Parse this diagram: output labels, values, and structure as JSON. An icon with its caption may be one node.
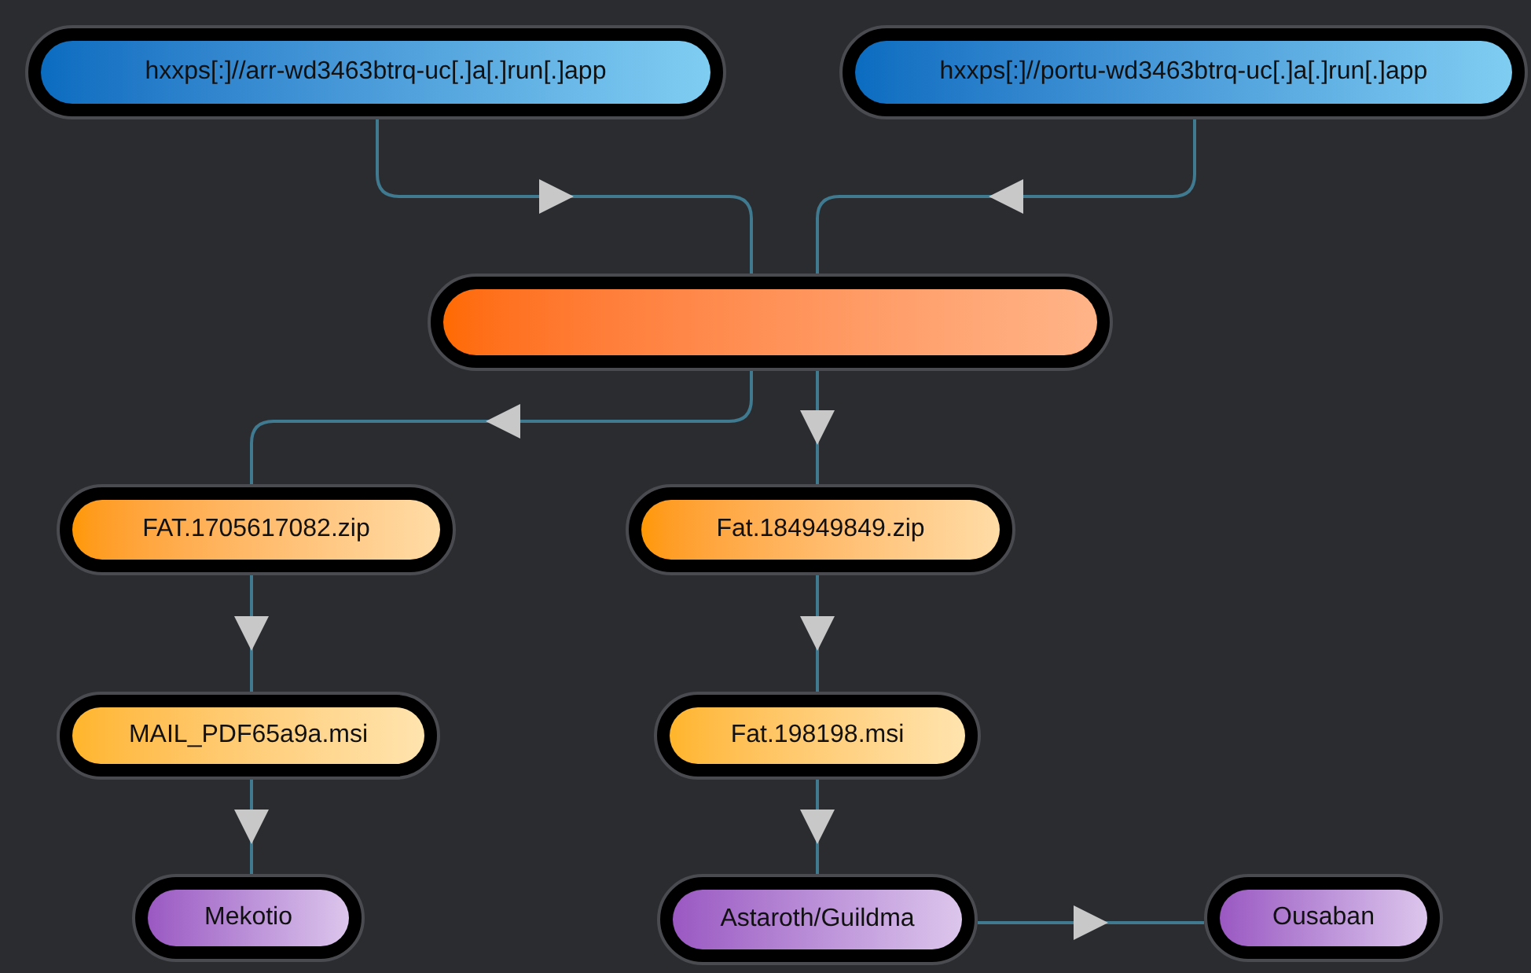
{
  "diagram": {
    "nodes": [
      {
        "text": [
          "hxxps[:]//arr-wd3463btrq-uc[.]a[.]run[.]app"
        ]
      },
      {
        "text": [
          "hxxps[:]//portu-wd3463btrq-uc[.]a[.]run[.]app"
        ]
      },
      {
        "text": [],
        "shape": "box"
      },
      {
        "text": [
          "FAT.1705617082.zip"
        ]
      },
      {
        "text": [
          "Fat.184949849.zip"
        ]
      },
      {
        "text": [
          "MAIL_PDF65a9a.msi"
        ]
      },
      {
        "text": [
          "Fat.198198.msi"
        ]
      },
      {
        "text": [
          "Mekotio"
        ]
      },
      {
        "text": [
          "Astaroth/Guildma"
        ]
      },
      {
        "text": [
          "Ousaban"
        ]
      }
    ],
    "edges": [
      {
        "from": 0,
        "to": 2,
        "arrow": "to"
      },
      {
        "from": 1,
        "to": 2,
        "arrow": "to"
      },
      {
        "from": 2,
        "to": 3,
        "arrow": "to"
      },
      {
        "from": 2,
        "to": 4,
        "arrow": "to"
      },
      {
        "from": 3,
        "to": 5,
        "arrow": "to"
      },
      {
        "from": 4,
        "to": 6,
        "arrow": "to"
      },
      {
        "from": 5,
        "to": 7,
        "arrow": "to"
      },
      {
        "from": 6,
        "to": 8,
        "arrow": "to"
      },
      {
        "from": 8,
        "to": 9,
        "arrow": "to"
      }
    ]
  }
}
